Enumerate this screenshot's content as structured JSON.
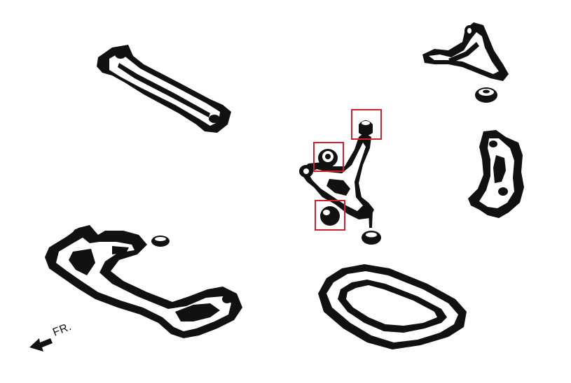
{
  "diagram": {
    "direction_label": "FR.",
    "highlight_color": "#d0202a",
    "ink_color": "#111111",
    "background_color": "#ffffff",
    "parts": [
      {
        "name": "rear-tie-bar",
        "icon": "tie-bar-icon"
      },
      {
        "name": "upper-control-arm",
        "icon": "upper-arm-icon"
      },
      {
        "name": "upper-arm-bushing",
        "icon": "bushing-icon"
      },
      {
        "name": "lower-control-arm",
        "icon": "lower-arm-icon"
      },
      {
        "name": "steering-knuckle",
        "icon": "knuckle-icon"
      },
      {
        "name": "front-subframe",
        "icon": "subframe-icon"
      },
      {
        "name": "subframe-bushing",
        "icon": "bushing-icon"
      },
      {
        "name": "ball-joint-boot",
        "icon": "boot-icon"
      },
      {
        "name": "stiffener-plate",
        "icon": "plate-icon"
      }
    ],
    "highlighted_bushings": [
      {
        "name": "highlight-upper-rear-bushing"
      },
      {
        "name": "highlight-upper-front-bushing"
      },
      {
        "name": "highlight-lower-bushing"
      }
    ]
  }
}
